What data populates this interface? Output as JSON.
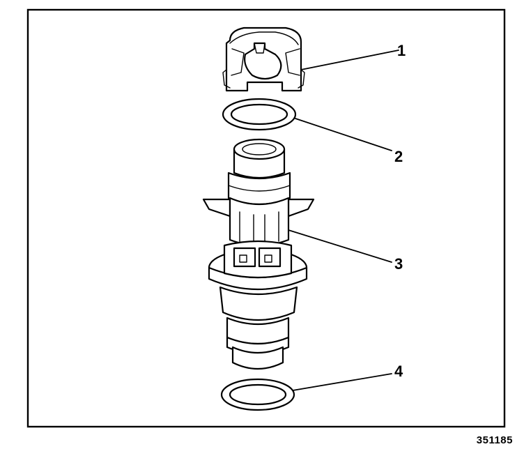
{
  "figure": {
    "id_number": "351185",
    "callouts": [
      {
        "label": "1"
      },
      {
        "label": "2"
      },
      {
        "label": "3"
      },
      {
        "label": "4"
      }
    ]
  }
}
